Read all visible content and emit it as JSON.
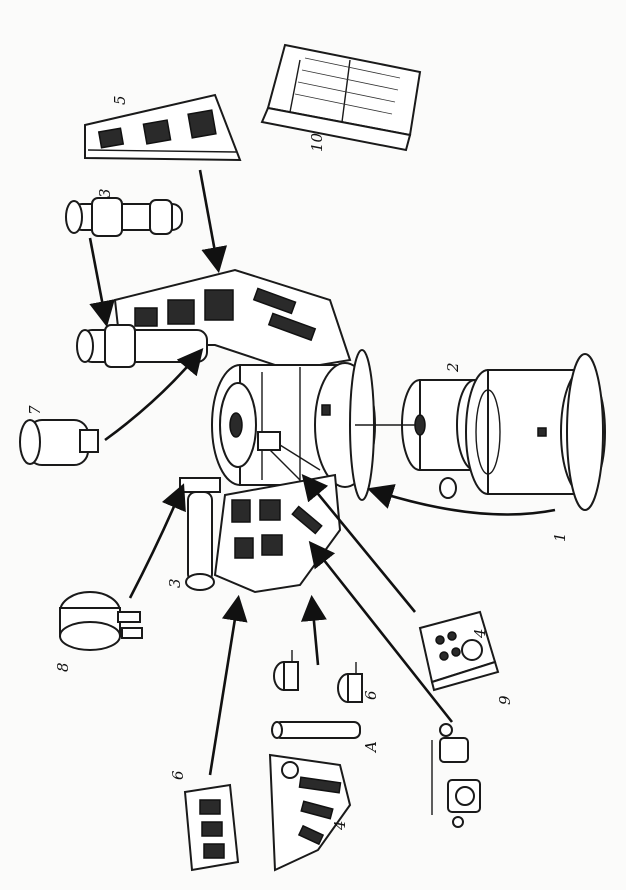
{
  "labels": {
    "l1": "1",
    "l2": "2",
    "l3a": "3",
    "l3b": "3",
    "l4a": "4",
    "l4b": "4",
    "l5": "5",
    "l6a": "6",
    "l6b": "6",
    "l7": "7",
    "l8": "8",
    "l9": "9",
    "l10": "10",
    "lA": "A"
  }
}
